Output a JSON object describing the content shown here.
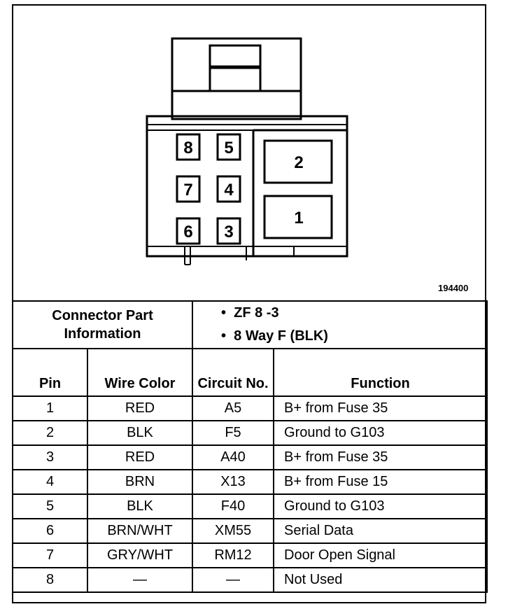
{
  "figure": {
    "id": "194400",
    "pin_numbers": [
      "8",
      "5",
      "7",
      "4",
      "6",
      "3",
      "2",
      "1"
    ]
  },
  "connector_info": {
    "label": "Connector Part Information",
    "items": [
      "ZF 8 -3",
      "8 Way F (BLK)"
    ]
  },
  "table": {
    "headers": {
      "pin": "Pin",
      "wire_color": "Wire Color",
      "circuit_no": "Circuit No.",
      "function": "Function"
    },
    "rows": [
      {
        "pin": "1",
        "wire_color": "RED",
        "circuit": "A5",
        "function": "B+ from Fuse 35"
      },
      {
        "pin": "2",
        "wire_color": "BLK",
        "circuit": "F5",
        "function": "Ground to G103"
      },
      {
        "pin": "3",
        "wire_color": "RED",
        "circuit": "A40",
        "function": "B+ from Fuse 35"
      },
      {
        "pin": "4",
        "wire_color": "BRN",
        "circuit": "X13",
        "function": "B+ from Fuse 15"
      },
      {
        "pin": "5",
        "wire_color": "BLK",
        "circuit": "F40",
        "function": "Ground to G103"
      },
      {
        "pin": "6",
        "wire_color": "BRN/WHT",
        "circuit": "XM55",
        "function": "Serial Data"
      },
      {
        "pin": "7",
        "wire_color": "GRY/WHT",
        "circuit": "RM12",
        "function": "Door Open Signal"
      },
      {
        "pin": "8",
        "wire_color": "—",
        "circuit": "—",
        "function": "Not Used"
      }
    ]
  }
}
